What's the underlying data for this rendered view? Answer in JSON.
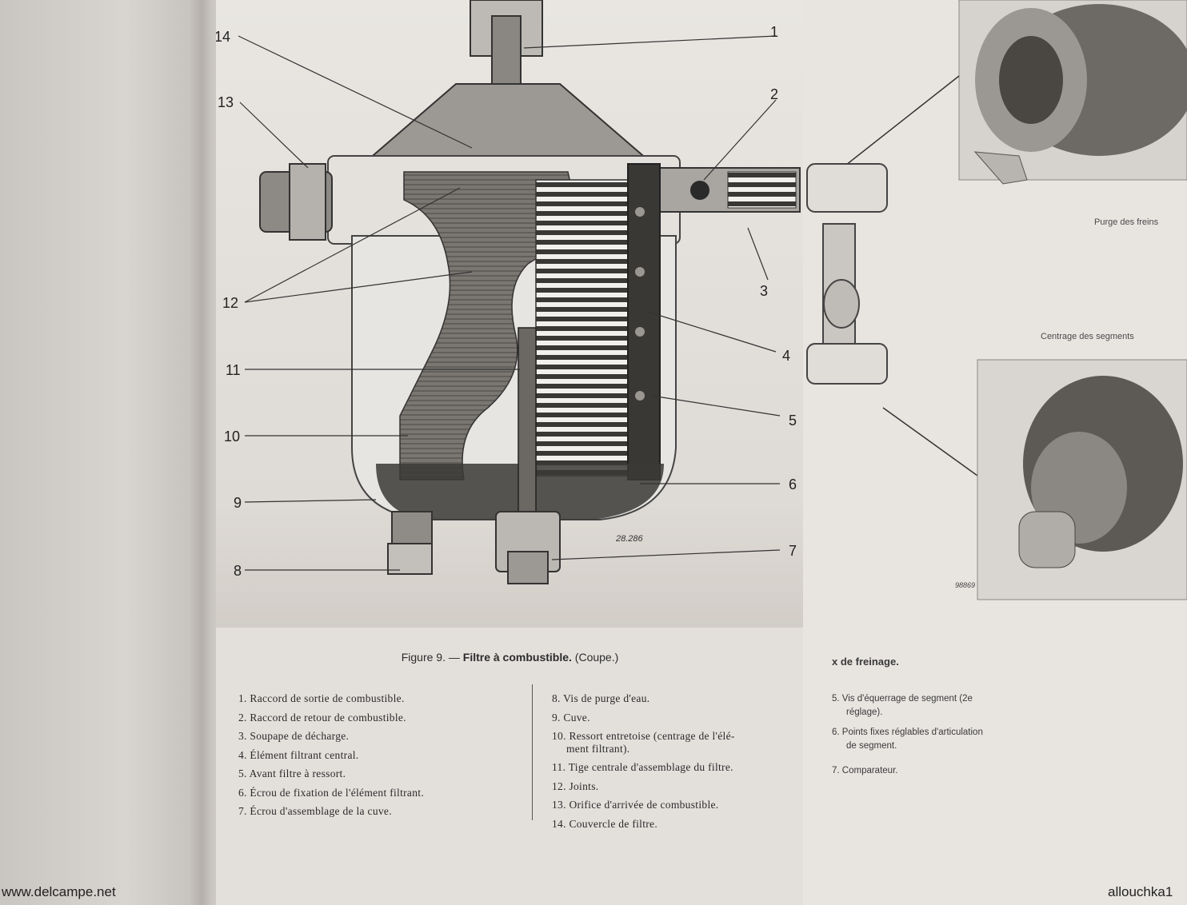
{
  "figure": {
    "caption_prefix": "Figure 9. —",
    "caption_title": "Filtre à combustible.",
    "caption_suffix": "(Coupe.)",
    "drawing_number": "28.286",
    "callouts": [
      "1",
      "2",
      "3",
      "4",
      "5",
      "6",
      "7",
      "8",
      "9",
      "10",
      "11",
      "12",
      "13",
      "14"
    ]
  },
  "legend_left": [
    "1. Raccord de sortie de combustible.",
    "2. Raccord de retour de combustible.",
    "3. Soupape de décharge.",
    "4. Élément filtrant central.",
    "5. Avant filtre à ressort.",
    "6. Écrou de fixation de l'élément filtrant.",
    "7. Écrou d'assemblage de la cuve."
  ],
  "legend_right": [
    "8. Vis de purge d'eau.",
    "9. Cuve.",
    "10. Ressort entretoise (centrage de l'élé-",
    "ment filtrant).",
    "11. Tige centrale d'assemblage du filtre.",
    "12. Joints.",
    "13. Orifice d'arrivée de combustible.",
    "14. Couvercle de filtre."
  ],
  "right_page": {
    "label_purge": "Purge des freins",
    "label_centrage": "Centrage des segments",
    "caption_partial": "x de freinage.",
    "drawing_number": "98869",
    "item_5": "5. Vis d'équerrage de segment (2e",
    "item_5_cont": "réglage).",
    "item_6": "6. Points fixes réglables d'articulation",
    "item_6_cont": "de segment.",
    "item_7": "7. Comparateur."
  },
  "watermarks": {
    "left": "www.delcampe.net",
    "right": "allouchka1"
  }
}
